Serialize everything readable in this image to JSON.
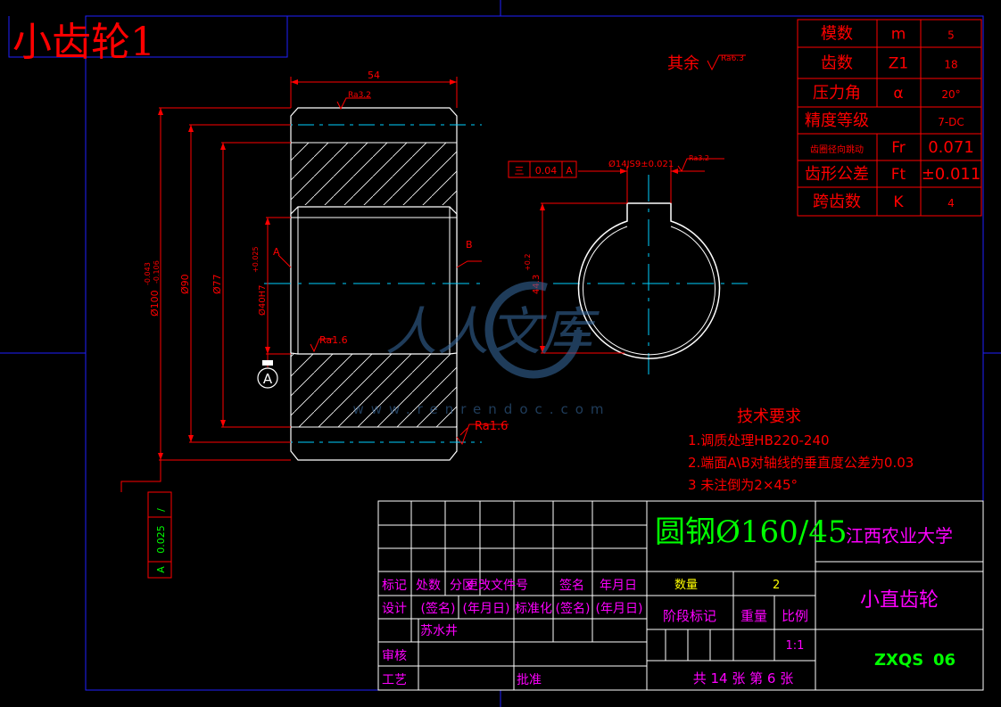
{
  "title": "小齿轮1",
  "surface_default": "其余",
  "ra_default": "Ra6.3",
  "dims": {
    "width": "54",
    "d_outer": "Ø100",
    "d_outer_tol_upper": "-0.043",
    "d_outer_tol_lower": "-0.106",
    "d_90": "Ø90",
    "d_77": "Ø77",
    "bore": "Ø40H7",
    "bore_tol": "+0.025",
    "ra_top": "Ra3.2",
    "ra_bore": "Ra1.6",
    "ra_bottom": "Ra1.6",
    "keyway": "Ø14JS9±0.021",
    "keyway_ra": "Ra3.2",
    "keyway_depth": "44.3",
    "keyway_depth_tol": "+0.2",
    "face_a": "A",
    "face_b": "B",
    "datum": "A"
  },
  "tolerance_frames": {
    "symmetry": {
      "symbol": "三",
      "value": "0.04",
      "datum": "A"
    },
    "runout": {
      "symbol": "/",
      "value": "0.025",
      "datum": "A"
    }
  },
  "param_table": [
    {
      "name": "模数",
      "symbol": "m",
      "value": "5"
    },
    {
      "name": "齿数",
      "symbol": "Z1",
      "value": "18"
    },
    {
      "name": "压力角",
      "symbol": "α",
      "value": "20°"
    },
    {
      "name": "精度等级",
      "symbol": "",
      "value": "7-DC"
    },
    {
      "name": "齿圈径向跳动",
      "symbol": "Fr",
      "value": "0.071"
    },
    {
      "name": "齿形公差",
      "symbol": "Ft",
      "value": "±0.011"
    },
    {
      "name": "跨齿数",
      "symbol": "K",
      "value": "4"
    }
  ],
  "tech_requirements": {
    "heading": "技术要求",
    "items": [
      "1.调质处理HB220-240",
      "2.端面A\\B对轴线的垂直度公差为0.03",
      "3  未注倒为2×45°"
    ]
  },
  "watermark": {
    "text": "人人文库",
    "url": "www.renrendoc.com"
  },
  "title_block": {
    "material": "圆钢Ø160/45",
    "university": "江西农业大学",
    "part_name": "小直齿轮",
    "drawing_no": "ZXQS",
    "drawing_seq": "06",
    "quantity_label": "数量",
    "quantity": "2",
    "stage_label": "阶段标记",
    "weight_label": "重量",
    "scale_label": "比例",
    "scale": "1:1",
    "sheets": "共 14 张 第 6 张",
    "row_headers": [
      "标记",
      "处数",
      "分区",
      "更改文件号",
      "签名",
      "年月日"
    ],
    "design_row": [
      "设计",
      "(签名)",
      "(年月日)",
      "标准化",
      "(签名)",
      "(年月日)"
    ],
    "designer": "苏水井",
    "review": "审核",
    "process": "工艺",
    "approve": "批准"
  }
}
